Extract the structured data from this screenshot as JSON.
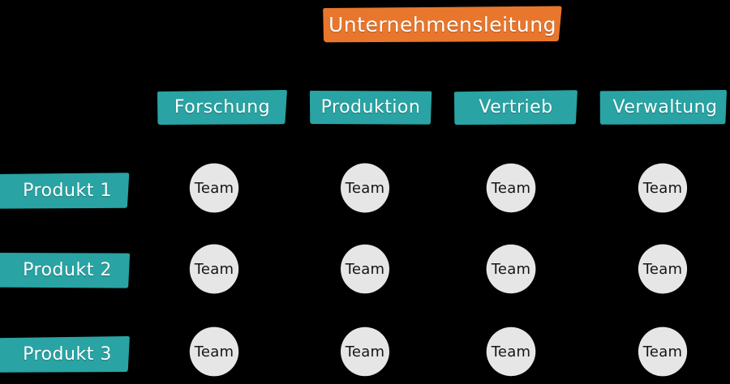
{
  "diagram": {
    "type": "matrix-organization-chart",
    "background_color": "#000000",
    "title": {
      "label": "Unternehmensleitung",
      "color": "#e8762c",
      "text_color": "#ffffff"
    },
    "colors": {
      "accent_orange": "#e8762c",
      "accent_teal": "#29a3a3",
      "node_gray": "#e6e6e6",
      "node_text": "#151515",
      "background": "#000000"
    },
    "columns": [
      {
        "label": "Forschung"
      },
      {
        "label": "Produktion"
      },
      {
        "label": "Vertrieb"
      },
      {
        "label": "Verwaltung"
      }
    ],
    "rows": [
      {
        "label": "Produkt 1"
      },
      {
        "label": "Produkt 2"
      },
      {
        "label": "Produkt 3"
      }
    ],
    "cells": [
      [
        "Team",
        "Team",
        "Team",
        "Team"
      ],
      [
        "Team",
        "Team",
        "Team",
        "Team"
      ],
      [
        "Team",
        "Team",
        "Team",
        "Team"
      ]
    ]
  }
}
